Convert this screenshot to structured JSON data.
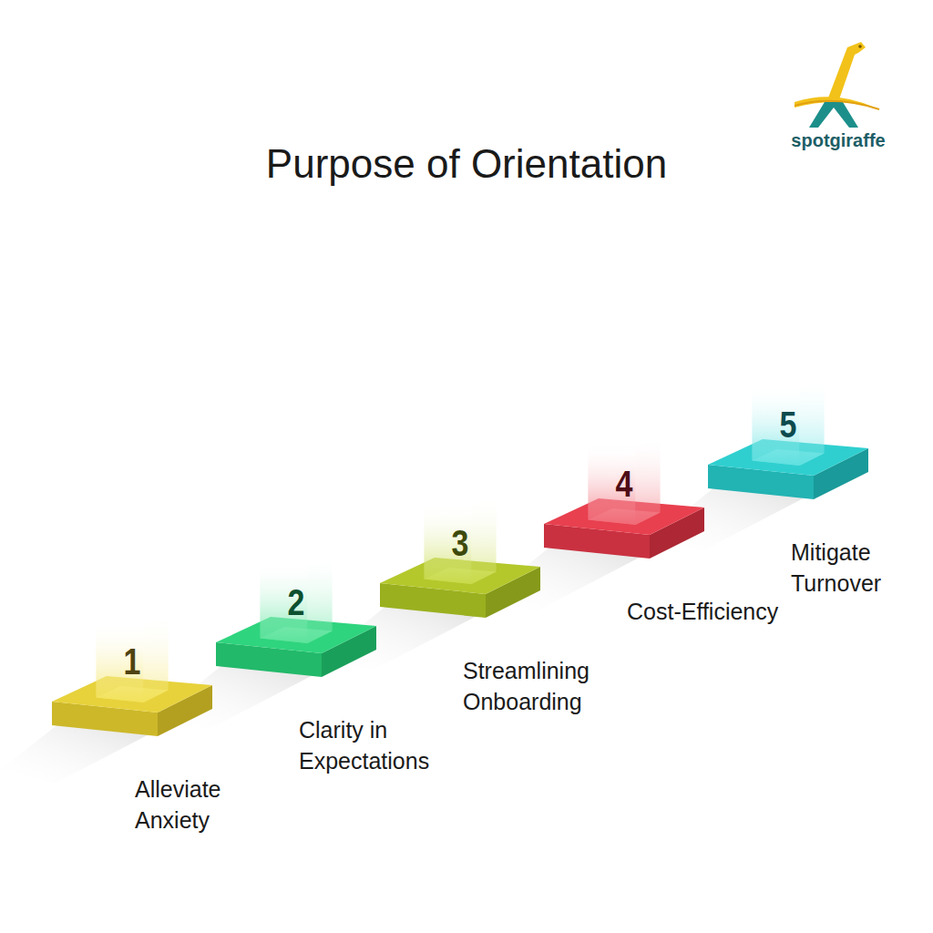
{
  "diagram": {
    "title": "Purpose of Orientation",
    "nodes": [
      {
        "text": [
          "1",
          "Alleviate Anxiety"
        ]
      },
      {
        "text": [
          "2",
          "Clarity in Expectations"
        ]
      },
      {
        "text": [
          "3",
          "Streamlining Onboarding"
        ]
      },
      {
        "text": [
          "4",
          "Cost-Efficiency"
        ]
      },
      {
        "text": [
          "5",
          "Mitigate Turnover"
        ]
      }
    ],
    "labels": [
      "spotgiraffe"
    ]
  }
}
